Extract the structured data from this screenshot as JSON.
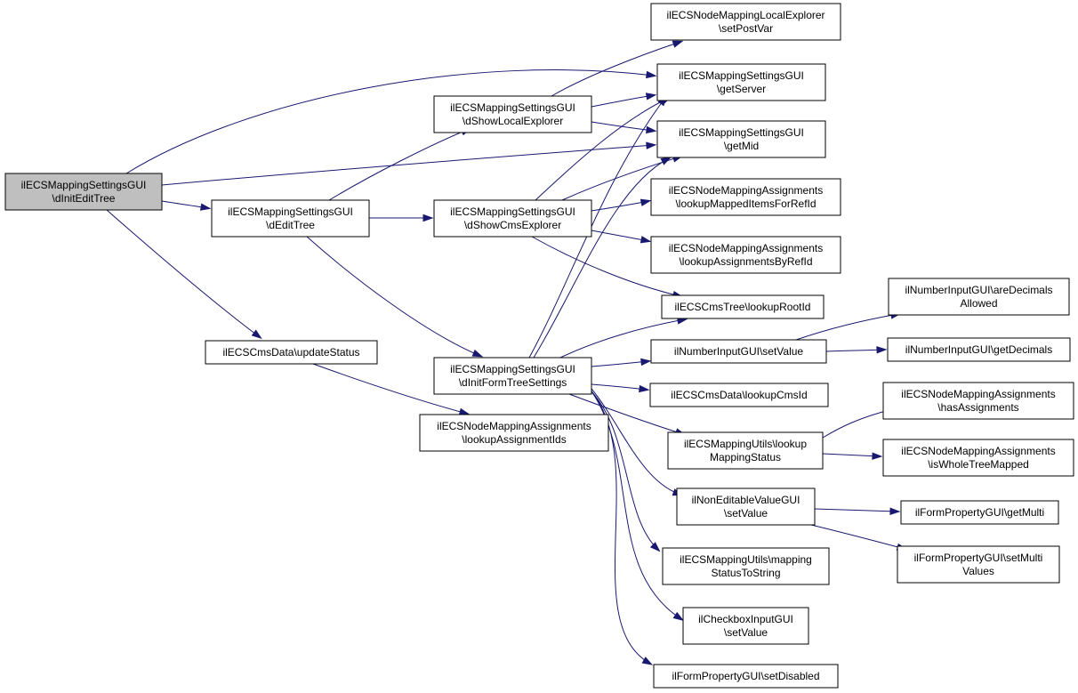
{
  "graph": {
    "nodes": [
      {
        "id": "root",
        "lines": [
          "ilECSMappingSettingsGUI",
          "\\dInitEditTree"
        ],
        "highlight": true
      },
      {
        "id": "editTree",
        "lines": [
          "ilECSMappingSettingsGUI",
          "\\dEditTree"
        ]
      },
      {
        "id": "updateStatus",
        "lines": [
          "ilECSCmsData\\updateStatus"
        ]
      },
      {
        "id": "showLocalExplorer",
        "lines": [
          "ilECSMappingSettingsGUI",
          "\\dShowLocalExplorer"
        ]
      },
      {
        "id": "showCmsExplorer",
        "lines": [
          "ilECSMappingSettingsGUI",
          "\\dShowCmsExplorer"
        ]
      },
      {
        "id": "initFormTreeSettings",
        "lines": [
          "ilECSMappingSettingsGUI",
          "\\dInitFormTreeSettings"
        ]
      },
      {
        "id": "lookupAssignmentIds",
        "lines": [
          "ilECSNodeMappingAssignments",
          "\\lookupAssignmentIds"
        ]
      },
      {
        "id": "setPostVar",
        "lines": [
          "ilECSNodeMappingLocalExplorer",
          "\\setPostVar"
        ]
      },
      {
        "id": "getServer",
        "lines": [
          "ilECSMappingSettingsGUI",
          "\\getServer"
        ]
      },
      {
        "id": "getMid",
        "lines": [
          "ilECSMappingSettingsGUI",
          "\\getMid"
        ]
      },
      {
        "id": "lookupMappedItemsForRefId",
        "lines": [
          "ilECSNodeMappingAssignments",
          "\\lookupMappedItemsForRefId"
        ]
      },
      {
        "id": "lookupAssignmentsByRefId",
        "lines": [
          "ilECSNodeMappingAssignments",
          "\\lookupAssignmentsByRefId"
        ]
      },
      {
        "id": "lookupRootId",
        "lines": [
          "ilECSCmsTree\\lookupRootId"
        ]
      },
      {
        "id": "numSetValue",
        "lines": [
          "ilNumberInputGUI\\setValue"
        ]
      },
      {
        "id": "lookupCmsId",
        "lines": [
          "ilECSCmsData\\lookupCmsId"
        ]
      },
      {
        "id": "lookupMappingStatus",
        "lines": [
          "ilECSMappingUtils\\lookup",
          "MappingStatus"
        ]
      },
      {
        "id": "nonEditSetValue",
        "lines": [
          "ilNonEditableValueGUI",
          "\\setValue"
        ]
      },
      {
        "id": "mappingStatusToString",
        "lines": [
          "ilECSMappingUtils\\mapping",
          "StatusToString"
        ]
      },
      {
        "id": "checkboxSetValue",
        "lines": [
          "ilCheckboxInputGUI",
          "\\setValue"
        ]
      },
      {
        "id": "setDisabled",
        "lines": [
          "ilFormPropertyGUI\\setDisabled"
        ]
      },
      {
        "id": "areDecimalsAllowed",
        "lines": [
          "ilNumberInputGUI\\areDecimals",
          "Allowed"
        ]
      },
      {
        "id": "getDecimals",
        "lines": [
          "ilNumberInputGUI\\getDecimals"
        ]
      },
      {
        "id": "hasAssignments",
        "lines": [
          "ilECSNodeMappingAssignments",
          "\\hasAssignments"
        ]
      },
      {
        "id": "isWholeTreeMapped",
        "lines": [
          "ilECSNodeMappingAssignments",
          "\\isWholeTreeMapped"
        ]
      },
      {
        "id": "getMulti",
        "lines": [
          "ilFormPropertyGUI\\getMulti"
        ]
      },
      {
        "id": "setMultiValues",
        "lines": [
          "ilFormPropertyGUI\\setMulti",
          "Values"
        ]
      }
    ],
    "edges": [
      [
        "root",
        "editTree"
      ],
      [
        "root",
        "updateStatus"
      ],
      [
        "root",
        "getServer"
      ],
      [
        "root",
        "getMid"
      ],
      [
        "editTree",
        "showLocalExplorer"
      ],
      [
        "editTree",
        "showCmsExplorer"
      ],
      [
        "editTree",
        "initFormTreeSettings"
      ],
      [
        "updateStatus",
        "lookupAssignmentIds"
      ],
      [
        "showLocalExplorer",
        "setPostVar"
      ],
      [
        "showLocalExplorer",
        "getServer"
      ],
      [
        "showLocalExplorer",
        "getMid"
      ],
      [
        "showCmsExplorer",
        "getServer"
      ],
      [
        "showCmsExplorer",
        "getMid"
      ],
      [
        "showCmsExplorer",
        "lookupMappedItemsForRefId"
      ],
      [
        "showCmsExplorer",
        "lookupAssignmentsByRefId"
      ],
      [
        "showCmsExplorer",
        "lookupRootId"
      ],
      [
        "initFormTreeSettings",
        "getServer"
      ],
      [
        "initFormTreeSettings",
        "getMid"
      ],
      [
        "initFormTreeSettings",
        "lookupRootId"
      ],
      [
        "initFormTreeSettings",
        "numSetValue"
      ],
      [
        "initFormTreeSettings",
        "lookupCmsId"
      ],
      [
        "initFormTreeSettings",
        "lookupMappingStatus"
      ],
      [
        "initFormTreeSettings",
        "nonEditSetValue"
      ],
      [
        "initFormTreeSettings",
        "mappingStatusToString"
      ],
      [
        "initFormTreeSettings",
        "checkboxSetValue"
      ],
      [
        "initFormTreeSettings",
        "setDisabled"
      ],
      [
        "numSetValue",
        "areDecimalsAllowed"
      ],
      [
        "numSetValue",
        "getDecimals"
      ],
      [
        "lookupMappingStatus",
        "hasAssignments"
      ],
      [
        "lookupMappingStatus",
        "isWholeTreeMapped"
      ],
      [
        "nonEditSetValue",
        "getMulti"
      ],
      [
        "nonEditSetValue",
        "setMultiValues"
      ]
    ]
  }
}
